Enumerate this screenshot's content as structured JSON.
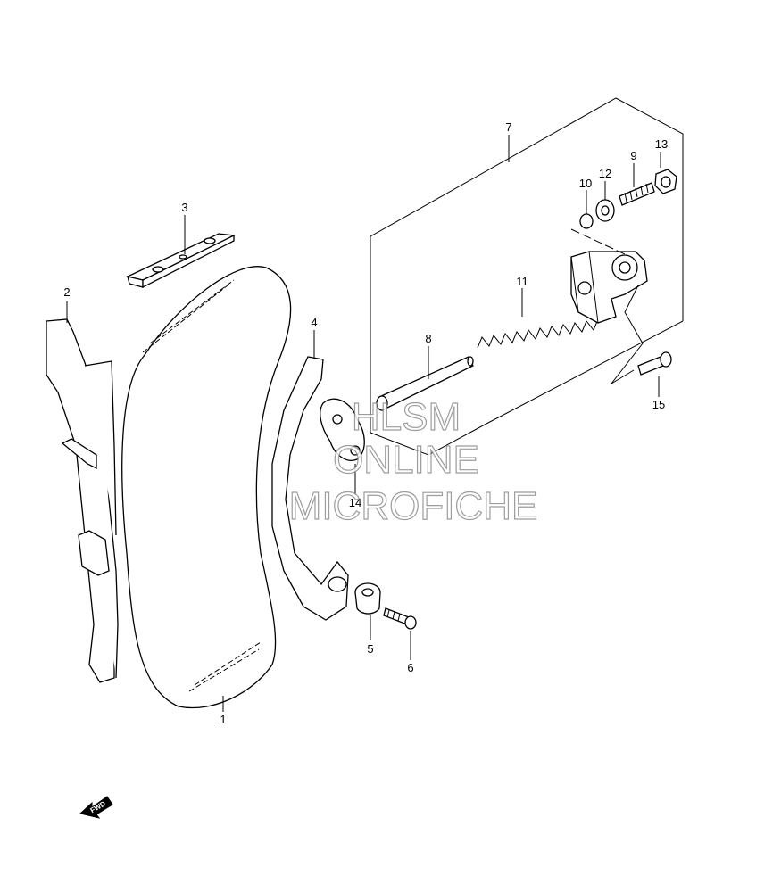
{
  "diagram": {
    "callouts": {
      "c1": "1",
      "c2": "2",
      "c3": "3",
      "c4": "4",
      "c5": "5",
      "c6": "6",
      "c7": "7",
      "c8": "8",
      "c9": "9",
      "c10": "10",
      "c11": "11",
      "c12": "12",
      "c13": "13",
      "c14": "14",
      "c15": "15"
    },
    "watermark": {
      "line1": "HLSM",
      "line2": "ONLINE",
      "line3": "MICROFICHE"
    },
    "fwd_label": "FWD"
  }
}
